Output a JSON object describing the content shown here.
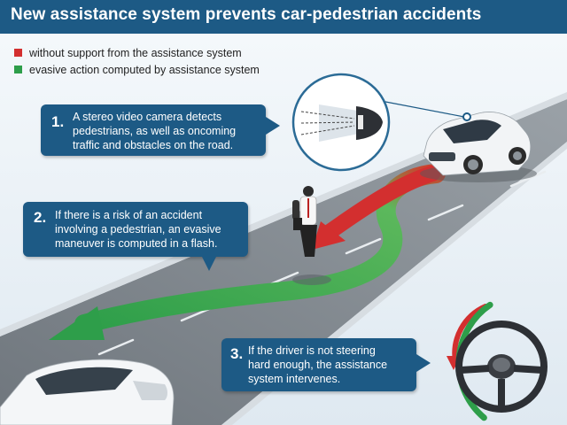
{
  "title": "New assistance system prevents car-pedestrian accidents",
  "legend": [
    {
      "label": "without support from the assistance system",
      "color": "#d32f2f"
    },
    {
      "label": "evasive action computed by assistance system",
      "color": "#2e9e4a"
    }
  ],
  "steps": [
    {
      "number": "1.",
      "lines": [
        "A stereo video camera detects",
        "pedestrians, as well as oncoming",
        "traffic and obstacles on the road."
      ]
    },
    {
      "number": "2.",
      "lines": [
        "If there is a risk of an accident",
        "involving a pedestrian, an evasive",
        "maneuver is computed in a flash."
      ]
    },
    {
      "number": "3.",
      "lines": [
        "If the driver is not steering",
        "hard enough, the assistance",
        "system intervenes."
      ]
    }
  ],
  "colors": {
    "accent": "#1d5a85",
    "red_arrow": "#d32f2f",
    "green_arrow": "#2e9e4a",
    "road": "#7e858c",
    "background": "#eaf1f7"
  },
  "icons": [
    "camera-detail-icon",
    "steering-wheel-icon",
    "pedestrian-figure",
    "car-front-icon",
    "car-rear-icon"
  ]
}
